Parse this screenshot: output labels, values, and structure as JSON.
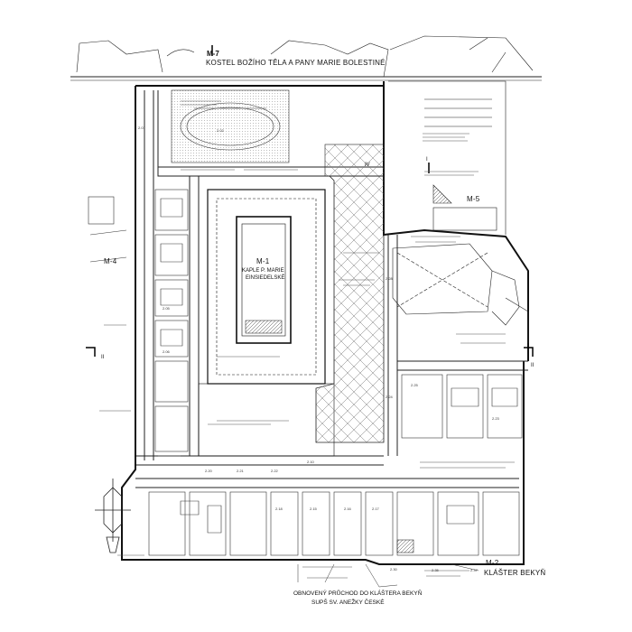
{
  "labels": {
    "m7": "M-7",
    "church": "KOSTEL BOŽÍHO TĚLA A PANY MARIE BOLESTINÉ",
    "m4": "M-4",
    "m1": "M-1",
    "chapel_line1": "KAPLE P. MARIE",
    "chapel_line2": "EINSIEDELSKÉ",
    "m5": "M-5",
    "m2": "M-2",
    "convent": "KLÁŠTER BEKYŇ",
    "passage_line1": "OBNOVENÝ PRŮCHOD DO KLÁŠTERA BEKYŇ",
    "passage_line2": "SUPŠ SV. ANEŽKY ČESKÉ",
    "section_i": "I",
    "section_ii": "II",
    "section_iv": "IV",
    "section_ii_right": "II"
  },
  "room_numbers": [
    "2.02",
    "2.01",
    "2.05",
    "2.06",
    "2.10",
    "2.15",
    "2.16",
    "2.17",
    "2.18",
    "2.24",
    "2.25",
    "2.28",
    "2.30",
    "2.35",
    "2.37",
    "2.20",
    "2.21",
    "2.22",
    "2.23"
  ],
  "colors": {
    "ink": "#1a1a1a",
    "hatch": "#777777",
    "paper": "#ffffff"
  }
}
